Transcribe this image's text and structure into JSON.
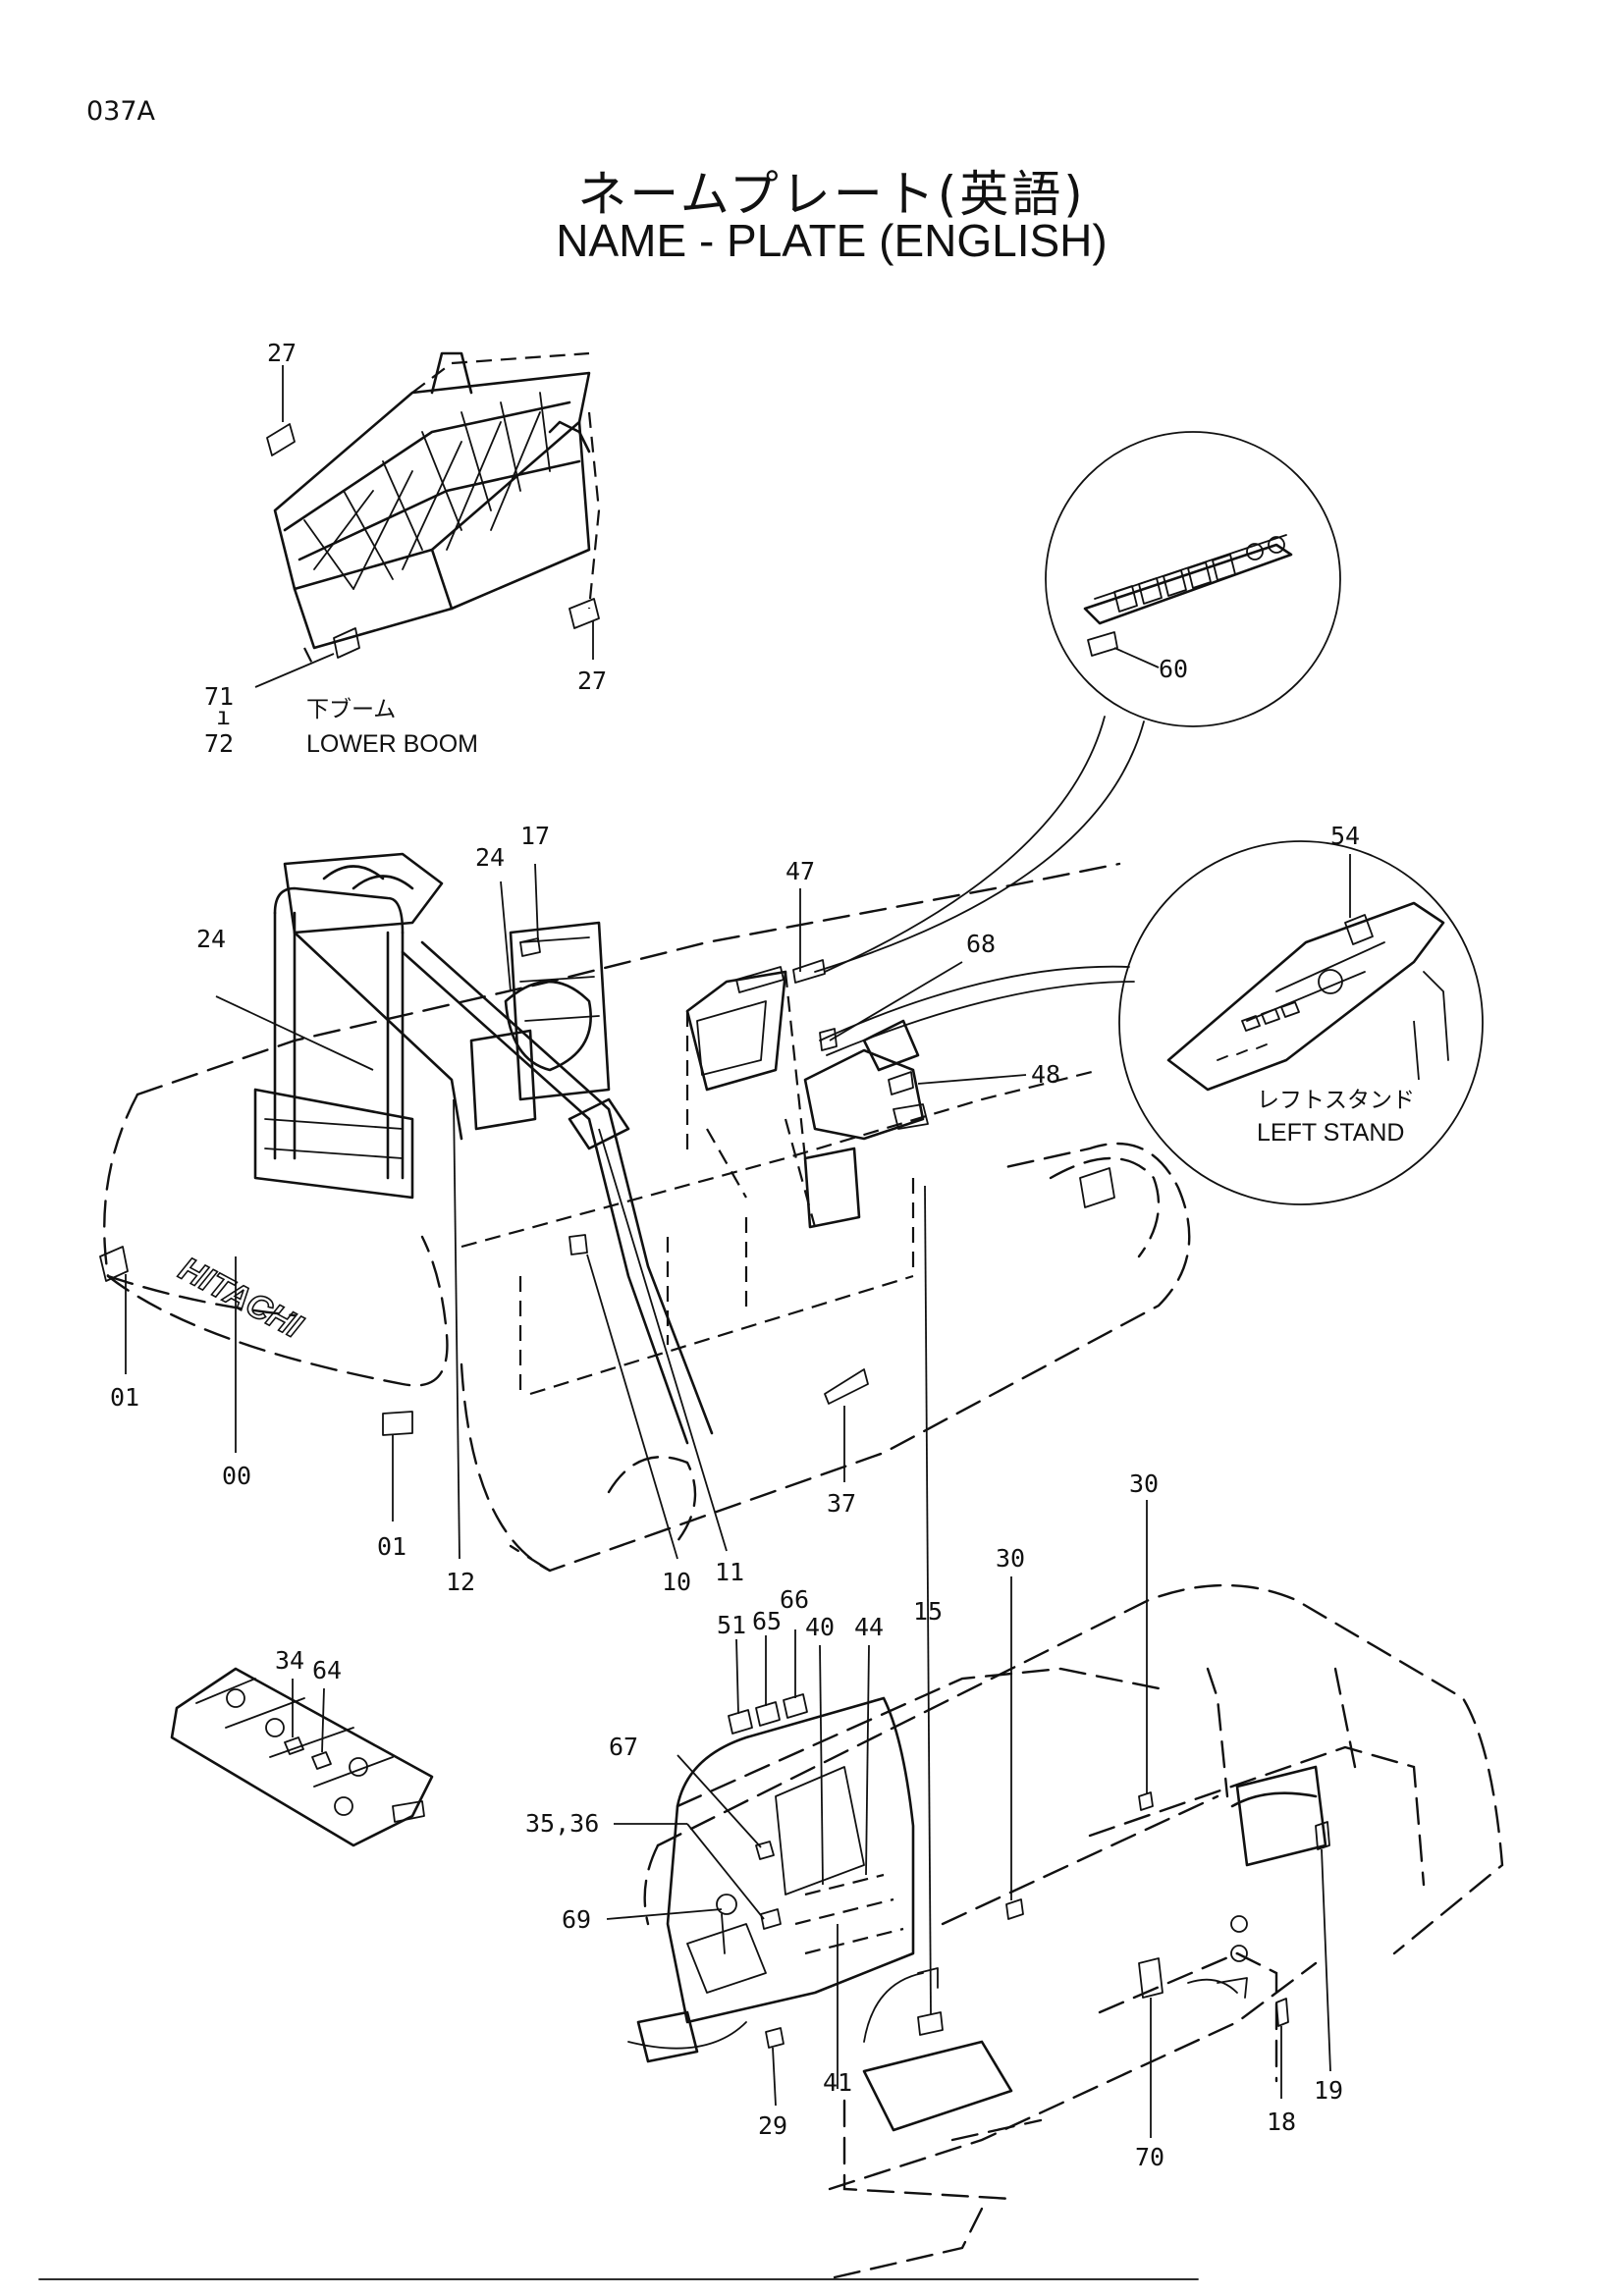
{
  "page_code": "037A",
  "title_jp": "ネームプレート(英語)",
  "title_en": "NAME - PLATE (ENGLISH)",
  "captions": {
    "lower_boom_jp": "下ブーム",
    "lower_boom_en": "LOWER BOOM",
    "left_stand_jp": "レフトスタンド",
    "left_stand_en": "LEFT STAND",
    "brand": "HITACHI",
    "range_dash": "ı"
  },
  "callouts": [
    "27",
    "27",
    "71",
    "72",
    "60",
    "54",
    "47",
    "68",
    "48",
    "24",
    "24",
    "17",
    "01",
    "00",
    "01",
    "12",
    "10",
    "11",
    "37",
    "30",
    "30",
    "15",
    "66",
    "65",
    "51",
    "40",
    "44",
    "34",
    "64",
    "67",
    "35,36",
    "69",
    "41",
    "29",
    "70",
    "18",
    "19"
  ]
}
